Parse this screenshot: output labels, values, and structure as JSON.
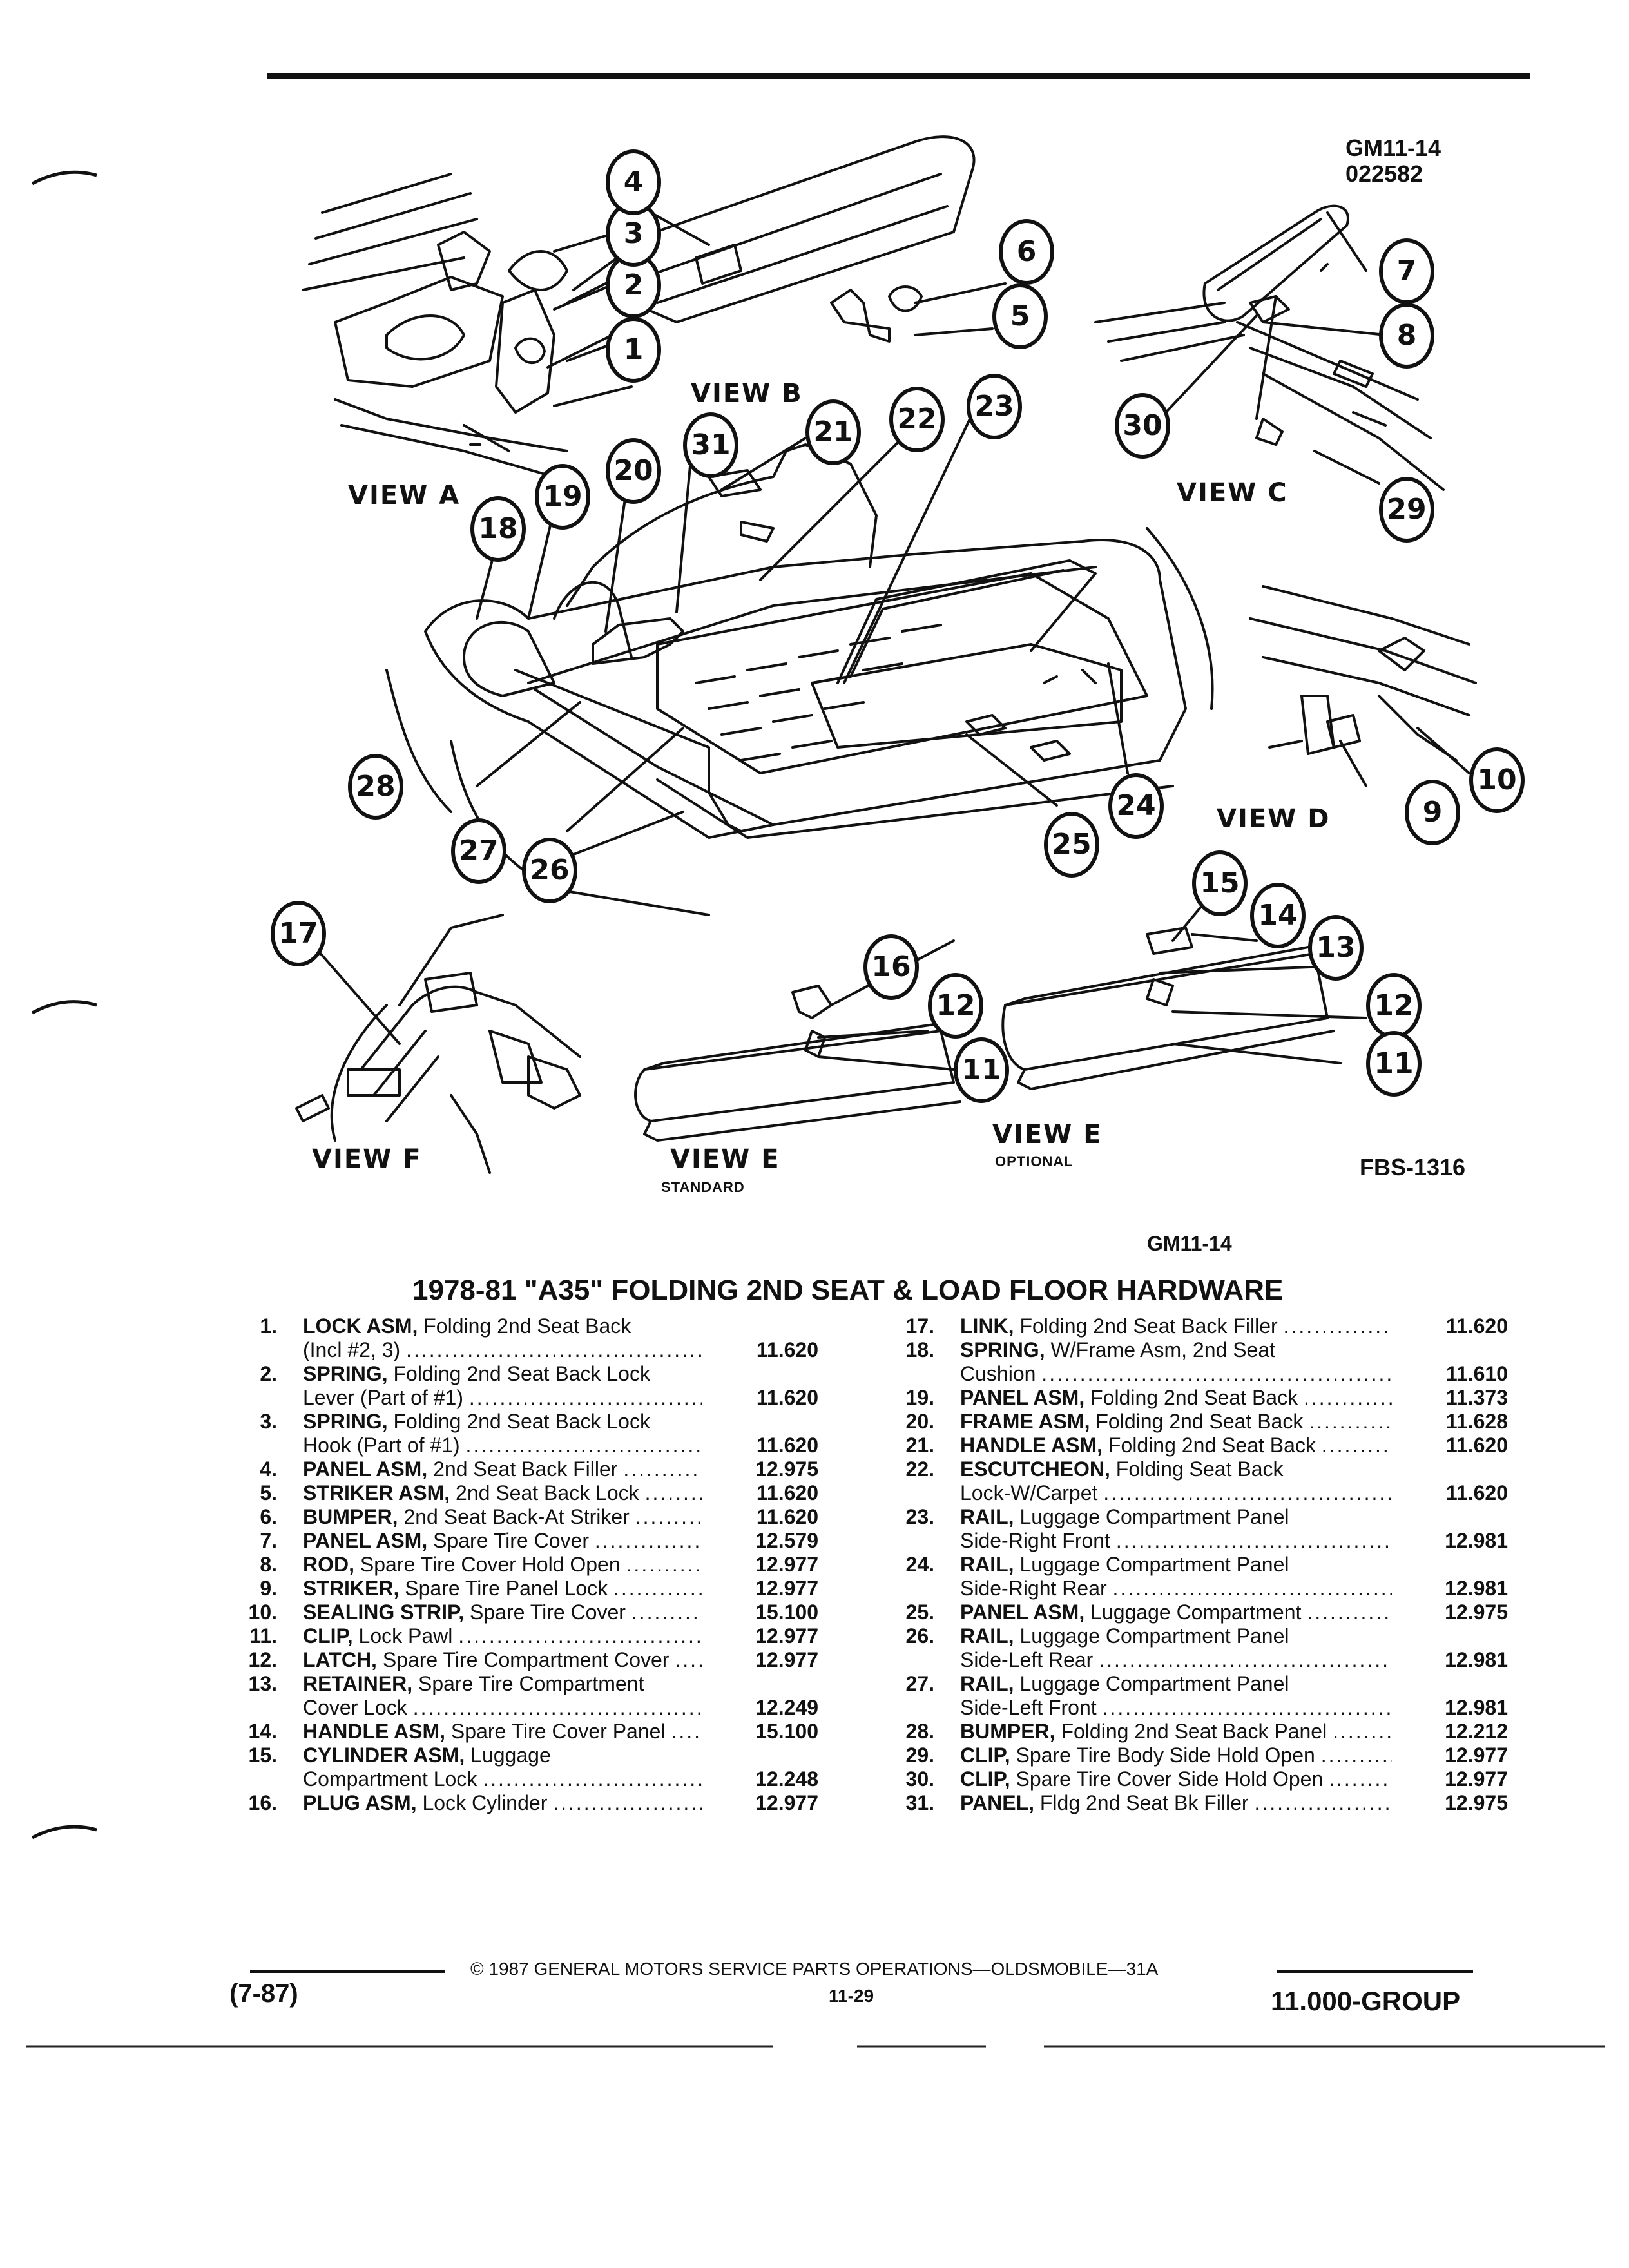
{
  "header": {
    "code_top": "GM11-14",
    "code_date": "022582"
  },
  "diagram": {
    "views": {
      "a": "VIEW A",
      "b": "VIEW B",
      "c": "VIEW C",
      "d": "VIEW D",
      "e_standard": "VIEW E",
      "e_standard_sub": "STANDARD",
      "e_optional": "VIEW E",
      "e_optional_sub": "OPTIONAL",
      "f": "VIEW F"
    },
    "fbs_code": "FBS-1316",
    "callouts": [
      "1",
      "2",
      "3",
      "4",
      "5",
      "6",
      "7",
      "8",
      "9",
      "10",
      "11",
      "12",
      "13",
      "14",
      "15",
      "16",
      "17",
      "18",
      "19",
      "20",
      "21",
      "22",
      "23",
      "24",
      "25",
      "26",
      "27",
      "28",
      "29",
      "30",
      "31"
    ]
  },
  "section_code": "GM11-14",
  "section_title": "1978-81 \"A35\" FOLDING 2ND SEAT & LOAD FLOOR HARDWARE",
  "parts_left": [
    {
      "num": "1.",
      "name": "LOCK ASM,",
      "desc": "Folding 2nd Seat Back",
      "cont": "(Incl #2, 3)",
      "ref": "11.620"
    },
    {
      "num": "2.",
      "name": "SPRING,",
      "desc": "Folding 2nd Seat Back Lock",
      "cont": "Lever (Part of #1)",
      "ref": "11.620"
    },
    {
      "num": "3.",
      "name": "SPRING,",
      "desc": "Folding 2nd Seat Back Lock",
      "cont": "Hook (Part of #1)",
      "ref": "11.620"
    },
    {
      "num": "4.",
      "name": "PANEL ASM,",
      "desc": "2nd Seat Back Filler",
      "cont": "",
      "ref": "12.975"
    },
    {
      "num": "5.",
      "name": "STRIKER ASM,",
      "desc": "2nd Seat Back Lock",
      "cont": "",
      "ref": "11.620"
    },
    {
      "num": "6.",
      "name": "BUMPER,",
      "desc": "2nd Seat Back-At Striker",
      "cont": "",
      "ref": "11.620"
    },
    {
      "num": "7.",
      "name": "PANEL ASM,",
      "desc": "Spare Tire Cover",
      "cont": "",
      "ref": "12.579"
    },
    {
      "num": "8.",
      "name": "ROD,",
      "desc": "Spare Tire Cover Hold Open",
      "cont": "",
      "ref": "12.977"
    },
    {
      "num": "9.",
      "name": "STRIKER,",
      "desc": "Spare Tire Panel Lock",
      "cont": "",
      "ref": "12.977"
    },
    {
      "num": "10.",
      "name": "SEALING STRIP,",
      "desc": "Spare Tire Cover",
      "cont": "",
      "ref": "15.100"
    },
    {
      "num": "11.",
      "name": "CLIP,",
      "desc": "Lock Pawl",
      "cont": "",
      "ref": "12.977"
    },
    {
      "num": "12.",
      "name": "LATCH,",
      "desc": "Spare Tire Compartment Cover",
      "cont": "",
      "ref": "12.977"
    },
    {
      "num": "13.",
      "name": "RETAINER,",
      "desc": "Spare Tire Compartment",
      "cont": "Cover Lock",
      "ref": "12.249"
    },
    {
      "num": "14.",
      "name": "HANDLE ASM,",
      "desc": "Spare Tire Cover Panel",
      "cont": "",
      "ref": "15.100"
    },
    {
      "num": "15.",
      "name": "CYLINDER ASM,",
      "desc": "Luggage",
      "cont": "Compartment Lock",
      "ref": "12.248"
    },
    {
      "num": "16.",
      "name": "PLUG ASM,",
      "desc": "Lock Cylinder",
      "cont": "",
      "ref": "12.977"
    }
  ],
  "parts_right": [
    {
      "num": "17.",
      "name": "LINK,",
      "desc": "Folding 2nd Seat Back Filler",
      "cont": "",
      "ref": "11.620"
    },
    {
      "num": "18.",
      "name": "SPRING,",
      "desc": "W/Frame Asm, 2nd Seat",
      "cont": "Cushion",
      "ref": "11.610"
    },
    {
      "num": "19.",
      "name": "PANEL ASM,",
      "desc": "Folding 2nd Seat Back",
      "cont": "",
      "ref": "11.373"
    },
    {
      "num": "20.",
      "name": "FRAME ASM,",
      "desc": "Folding 2nd Seat Back",
      "cont": "",
      "ref": "11.628"
    },
    {
      "num": "21.",
      "name": "HANDLE ASM,",
      "desc": "Folding 2nd Seat Back",
      "cont": "",
      "ref": "11.620"
    },
    {
      "num": "22.",
      "name": "ESCUTCHEON,",
      "desc": "Folding Seat Back",
      "cont": "Lock-W/Carpet",
      "ref": "11.620"
    },
    {
      "num": "23.",
      "name": "RAIL,",
      "desc": "Luggage Compartment Panel",
      "cont": "Side-Right Front",
      "ref": "12.981"
    },
    {
      "num": "24.",
      "name": "RAIL,",
      "desc": "Luggage Compartment Panel",
      "cont": "Side-Right Rear",
      "ref": "12.981"
    },
    {
      "num": "25.",
      "name": "PANEL ASM,",
      "desc": "Luggage Compartment",
      "cont": "",
      "ref": "12.975"
    },
    {
      "num": "26.",
      "name": "RAIL,",
      "desc": "Luggage Compartment Panel",
      "cont": "Side-Left Rear",
      "ref": "12.981"
    },
    {
      "num": "27.",
      "name": "RAIL,",
      "desc": "Luggage Compartment Panel",
      "cont": "Side-Left Front",
      "ref": "12.981"
    },
    {
      "num": "28.",
      "name": "BUMPER,",
      "desc": "Folding 2nd Seat Back Panel",
      "cont": "",
      "ref": "12.212"
    },
    {
      "num": "29.",
      "name": "CLIP,",
      "desc": "Spare Tire Body Side Hold Open",
      "cont": "",
      "ref": "12.977"
    },
    {
      "num": "30.",
      "name": "CLIP,",
      "desc": "Spare Tire Cover Side Hold Open",
      "cont": "",
      "ref": "12.977"
    },
    {
      "num": "31.",
      "name": "PANEL,",
      "desc": "Fldg 2nd Seat Bk Filler",
      "cont": "",
      "ref": "12.975"
    }
  ],
  "footer": {
    "copyright": "© 1987 GENERAL MOTORS SERVICE PARTS OPERATIONS—OLDSMOBILE—31A",
    "date_code": "(7-87)",
    "page": "11-29",
    "group": "11.000-GROUP"
  }
}
